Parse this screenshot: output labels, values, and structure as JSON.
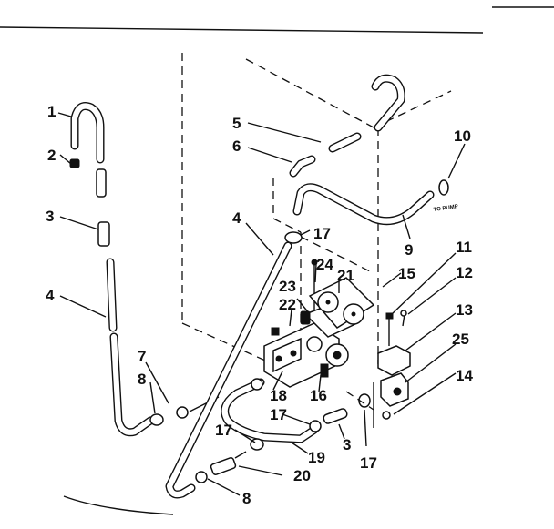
{
  "labels": {
    "p1": "1",
    "p2": "2",
    "p3a": "3",
    "p3b": "3",
    "p4a": "4",
    "p4b": "4",
    "p5": "5",
    "p6": "6",
    "p7": "7",
    "p8a": "8",
    "p8b": "8",
    "p9": "9",
    "p10": "10",
    "p11": "11",
    "p12": "12",
    "p13": "13",
    "p14": "14",
    "p15": "15",
    "p16": "16",
    "p17a": "17",
    "p17b": "17",
    "p17c": "17",
    "p17d": "17",
    "p18": "18",
    "p19": "19",
    "p20": "20",
    "p21": "21",
    "p22": "22",
    "p23": "23",
    "p24": "24",
    "p25": "25",
    "to_pump": "TO PUMP"
  }
}
